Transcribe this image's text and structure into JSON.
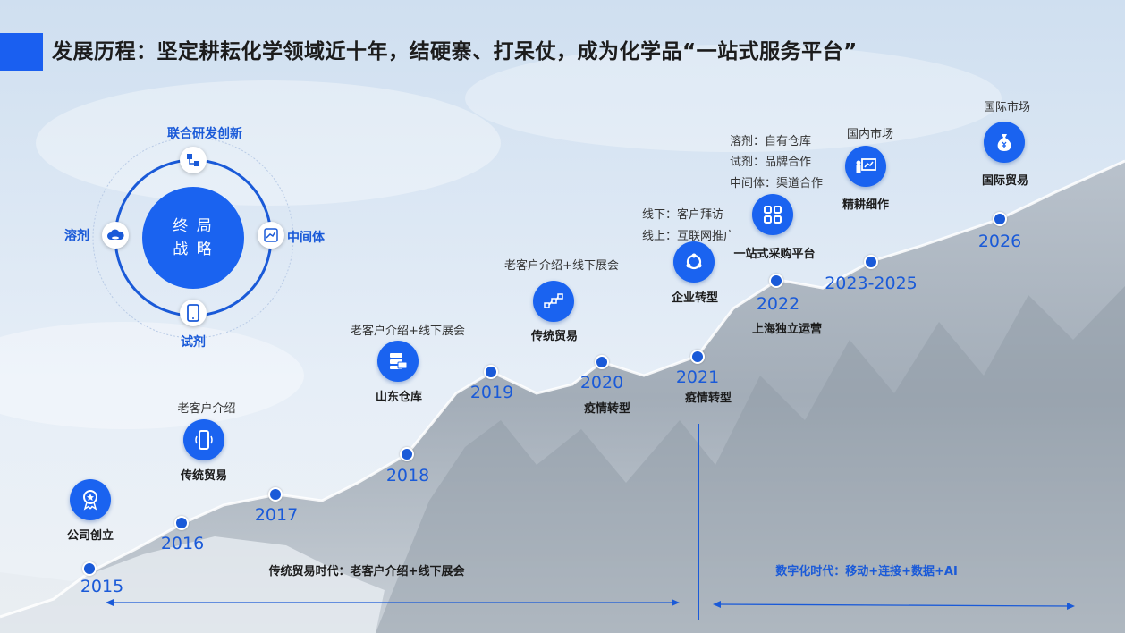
{
  "title": "发展历程：坚定耕耘化学领域近十年，结硬寨、打呆仗，成为化学品“一站式服务平台”",
  "colors": {
    "accent": "#1a5ad8",
    "icon_bg": "#1a63f0",
    "title_bar": "#1a5ff0"
  },
  "strategy": {
    "center_line1": "终 局",
    "center_line2": "战 略",
    "top_label": "联合研发创新",
    "right_label": "中间体",
    "bottom_label": "试剂",
    "left_label": "溶剂",
    "icons": {
      "top": "flask-network-icon",
      "right": "chart-ai-icon",
      "bottom": "phone-icon",
      "left": "cloud-database-icon"
    }
  },
  "timeline": [
    {
      "year": "2015",
      "label": "公司创立",
      "icon": "badge-icon"
    },
    {
      "year": "2016"
    },
    {
      "year": "2017",
      "label": "传统贸易",
      "note": "老客户介绍",
      "icon": "mobile-icon"
    },
    {
      "year": "2018",
      "label": "山东仓库",
      "note": "老客户介绍+线下展会",
      "icon": "server-icon"
    },
    {
      "year": "2019",
      "label": "传统贸易",
      "note": "老客户介绍+线下展会",
      "icon": "flowchart-icon"
    },
    {
      "year": "2020",
      "label": "疫情转型"
    },
    {
      "year": "2021",
      "label": "疫情转型"
    },
    {
      "year": "2022",
      "label": "上海独立运营"
    },
    {
      "year": "2023-2025"
    },
    {
      "year": "2026"
    }
  ],
  "milestones": {
    "enterprise": {
      "label": "企业转型",
      "notes": [
        "线下：客户拜访",
        "线上：互联网推广"
      ],
      "icon": "refresh-cycle-icon"
    },
    "platform": {
      "label": "一站式采购平台",
      "notes": [
        "溶剂：自有仓库",
        "试剂：品牌合作",
        "中间体：渠道合作"
      ],
      "icon": "grid-apps-icon"
    },
    "refine": {
      "label": "精耕细作",
      "note": "国内市场",
      "icon": "dashboard-icon"
    },
    "intl": {
      "label": "国际贸易",
      "note": "国际市场",
      "icon": "money-bag-icon"
    }
  },
  "eras": {
    "traditional": "传统贸易时代：老客户介绍+线下展会",
    "digital": "数字化时代：移动+连接+数据+AI"
  }
}
